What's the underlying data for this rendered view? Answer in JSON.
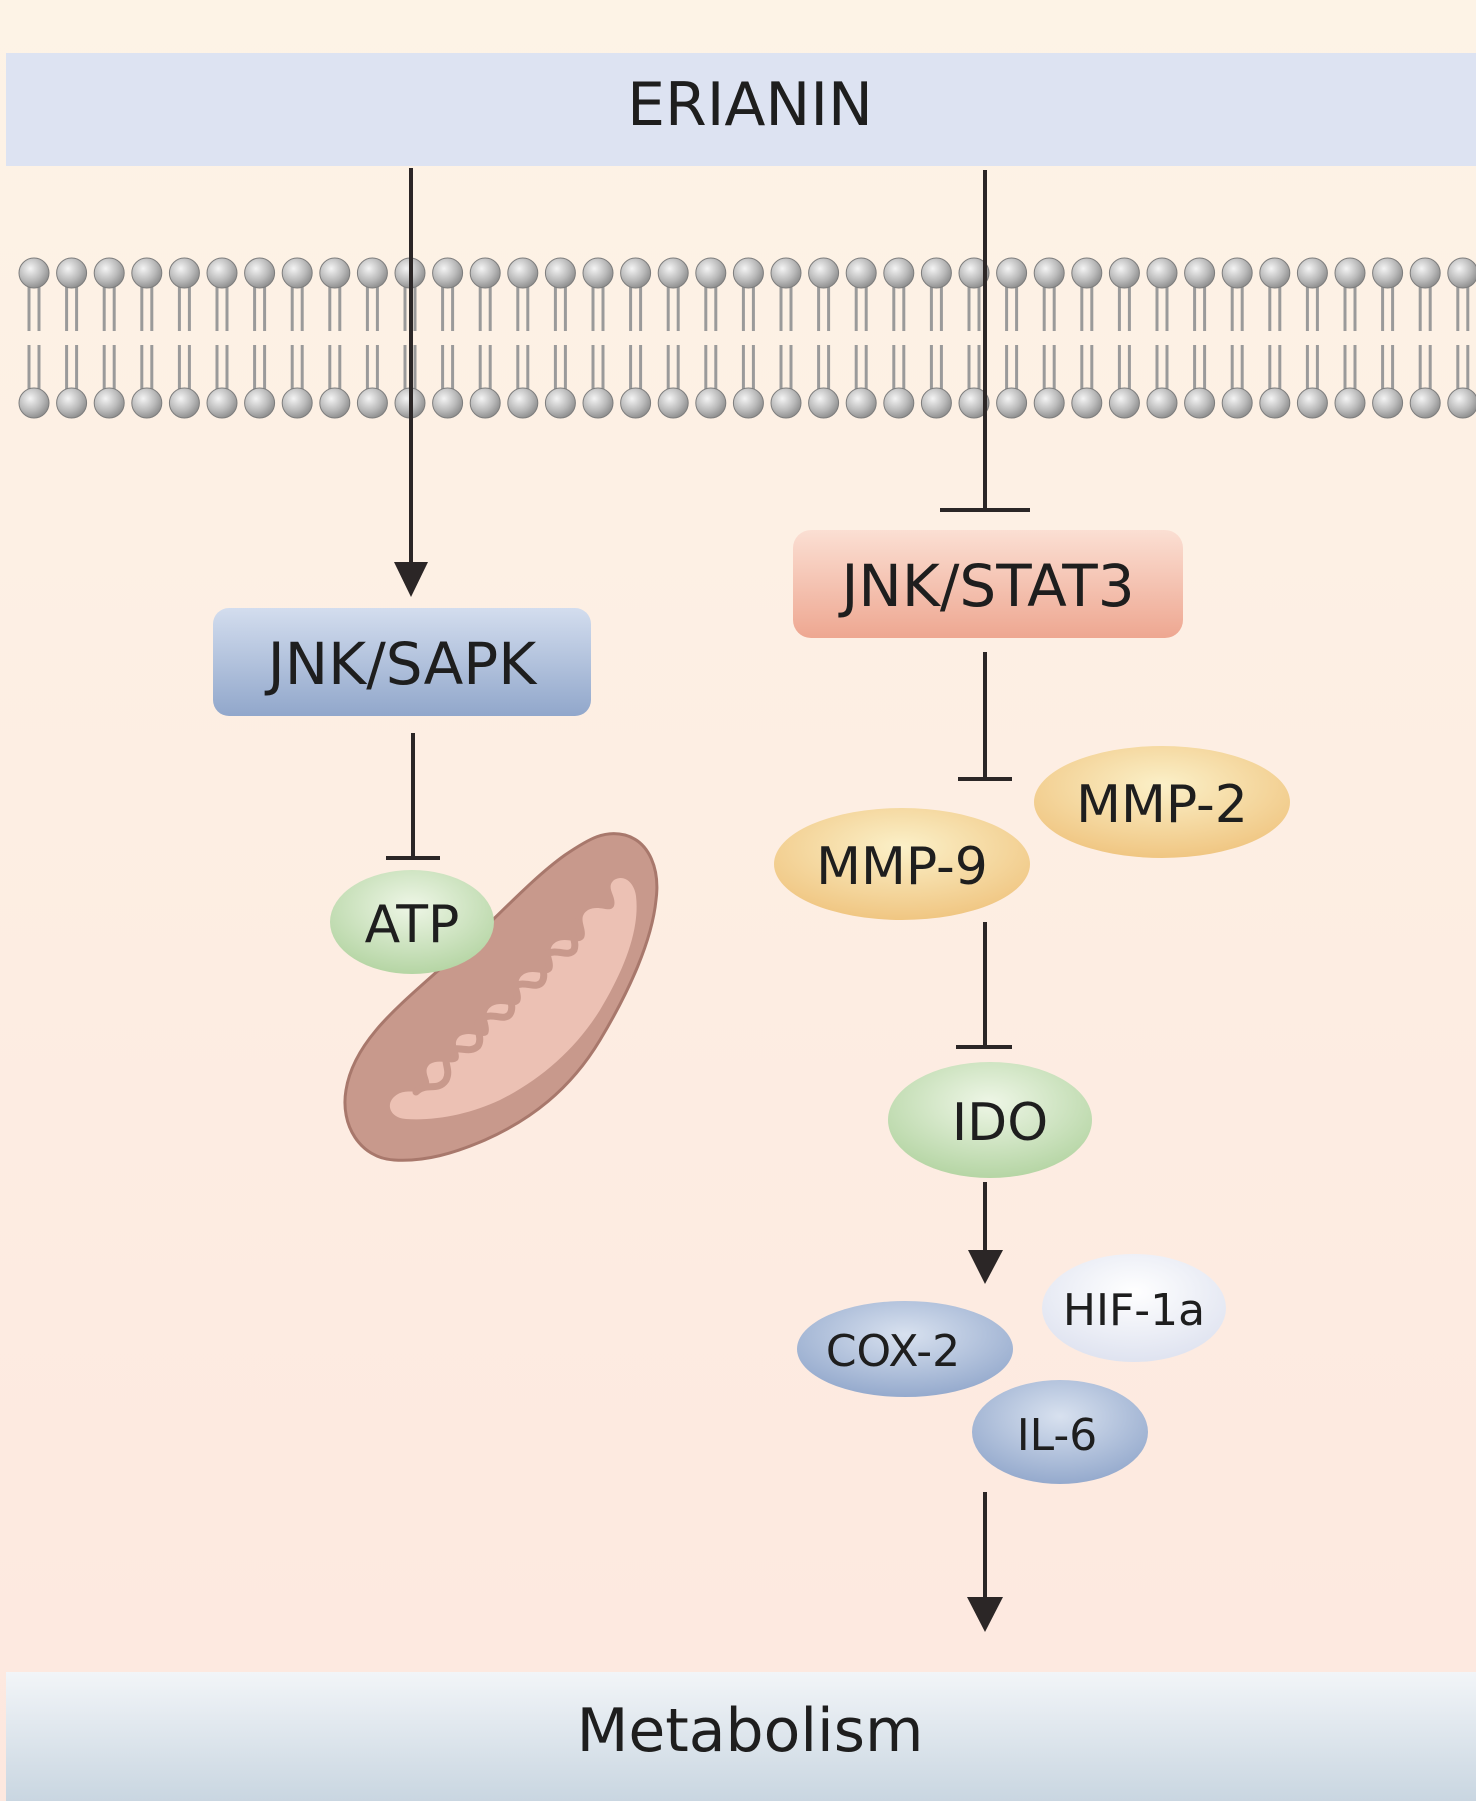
{
  "top_band": {
    "label": "ERIANIN"
  },
  "bottom_band": {
    "label": "Metabolism"
  },
  "left_pathway": {
    "kinase": "JNK/SAPK",
    "target": "ATP",
    "organelle_icon": "mitochondrion-icon"
  },
  "right_pathway": {
    "kinase": "JNK/STAT3",
    "mmp_a": "MMP-2",
    "mmp_b": "MMP-9",
    "enzyme": "IDO",
    "markers": [
      "HIF-1a",
      "COX-2",
      "IL-6"
    ]
  },
  "membrane_icon": "lipid-bilayer-icon",
  "colors": {
    "background_top": "#fdf3e6",
    "background_bottom": "#fde9e0",
    "top_band": "#dde3f2",
    "arrow": "#2b2626",
    "jnk_sapk_box": "#9eb2d2",
    "jnk_stat3_box": "#f1b9a4",
    "mmp_node": "#f3d38f",
    "green_node": "#c2dcb4",
    "blue_node": "#a8b9d5",
    "pale_node": "#eceef6",
    "mitochondrion": "#c99a8e"
  }
}
